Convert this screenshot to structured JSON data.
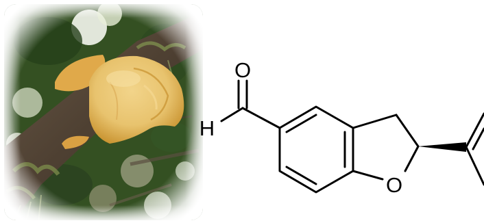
{
  "photo": {
    "subject": "yellow-bracket-fungus-on-mossy-branch",
    "colors": {
      "fungus": "#e8c36e",
      "fungus_shadow": "#c8922f",
      "bark": "#5a4a3a",
      "foliage": "#2f4a1e",
      "sky": "#f4f6ee",
      "vignette": "#ffffff"
    }
  },
  "molecule": {
    "atoms": {
      "carbonyl_oxygen": "O",
      "aldehyde_hydrogen": "H",
      "ring_oxygen": "O"
    },
    "colors": {
      "bond": "#000000",
      "label": "#000000"
    }
  }
}
